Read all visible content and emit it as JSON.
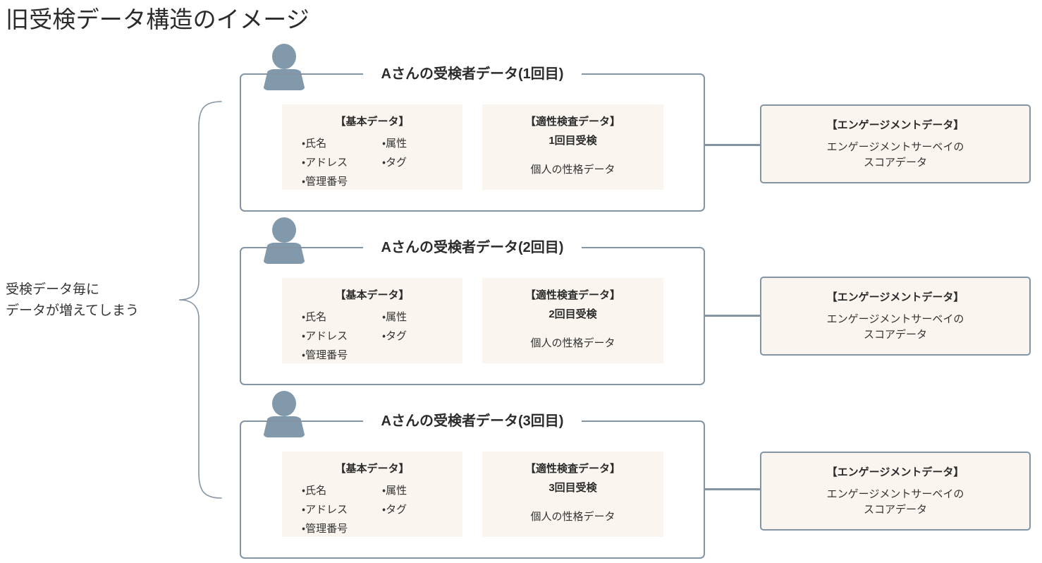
{
  "page": {
    "title": "旧受検データ構造のイメージ",
    "background": "#ffffff",
    "accent_border": "#8494a3",
    "box_fill": "#faf6ef",
    "person_color": "#8199ab",
    "text_color": "#333333"
  },
  "annotation": {
    "line1": "受検データ毎に",
    "line2": "データが増えてしまう",
    "brace_icon": "curly-brace-icon"
  },
  "cards": [
    {
      "title": "Aさんの受検者データ(1回目)",
      "person_icon": "person-icon",
      "basic": {
        "heading": "【基本データ】",
        "items_left": [
          "・氏名",
          "・アドレス",
          "・管理番号"
        ],
        "items_right": [
          "・属性",
          "・タグ"
        ]
      },
      "aptitude": {
        "heading": "【適性検査データ】",
        "sub": "1回目受検",
        "note": "個人の性格データ"
      },
      "engagement": {
        "title": "【エンゲージメントデータ】",
        "desc_line1": "エンゲージメントサーベイの",
        "desc_line2": "スコアデータ"
      }
    },
    {
      "title": "Aさんの受検者データ(2回目)",
      "person_icon": "person-icon",
      "basic": {
        "heading": "【基本データ】",
        "items_left": [
          "・氏名",
          "・アドレス",
          "・管理番号"
        ],
        "items_right": [
          "・属性",
          "・タグ"
        ]
      },
      "aptitude": {
        "heading": "【適性検査データ】",
        "sub": "2回目受検",
        "note": "個人の性格データ"
      },
      "engagement": {
        "title": "【エンゲージメントデータ】",
        "desc_line1": "エンゲージメントサーベイの",
        "desc_line2": "スコアデータ"
      }
    },
    {
      "title": "Aさんの受検者データ(3回目)",
      "person_icon": "person-icon",
      "basic": {
        "heading": "【基本データ】",
        "items_left": [
          "・氏名",
          "・アドレス",
          "・管理番号"
        ],
        "items_right": [
          "・属性",
          "・タグ"
        ]
      },
      "aptitude": {
        "heading": "【適性検査データ】",
        "sub": "3回目受検",
        "note": "個人の性格データ"
      },
      "engagement": {
        "title": "【エンゲージメントデータ】",
        "desc_line1": "エンゲージメントサーベイの",
        "desc_line2": "スコアデータ"
      }
    }
  ]
}
